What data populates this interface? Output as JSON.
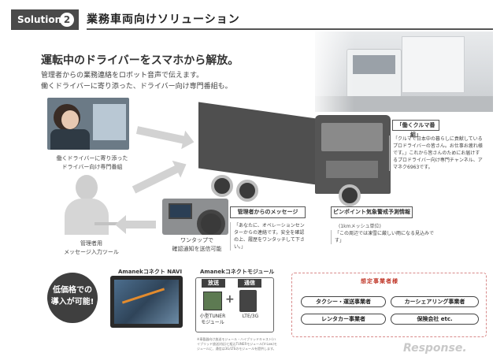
{
  "header": {
    "badge_label": "Solution",
    "badge_number": "2",
    "title": "業務車両向けソリューション"
  },
  "lead": {
    "headline": "運転中のドライバーをスマホから解放。",
    "line1": "管理者からの業務連絡をロボット音声で伝えます。",
    "line2": "働くドライバーに寄り添った、ドライバー向け専門番組も。"
  },
  "captions": {
    "driver_line1": "働くドライバーに寄り添った",
    "driver_line2": "ドライバー向け専門番組",
    "operator_line1": "管理者用",
    "operator_line2": "メッセージ入力ツール",
    "dash_line1": "ワンタップで",
    "dash_line2": "確認通知を送信可能"
  },
  "callouts": {
    "radio_label": "「働くクルマ番組」",
    "radio_text": "「クルマで日本中の暮らしに貢献しているプロドライバーの皆さん。お仕事お疲れ様です。」これから皆さんのためにお届けするプロドライバー向け専門チャンネル、アマネク6963です。",
    "message_label": "管理者からのメッセージ",
    "message_text": "「あなたに、オペレーションセンターからの連絡です。安全を確認の上、履歴をワンタッチして下さい。」",
    "weather_label": "ピンポイント気象警戒予測情報",
    "weather_unit": "(1kmメッシュ単位)",
    "weather_text": "「この周辺では凍雪に厳しい雨になる見込みです」"
  },
  "bottom": {
    "price_line1": "低価格での",
    "price_line2": "導入が可能!",
    "navi_title": "Amanekコネクト NAVI",
    "module_title": "Amanekコネクトモジュール",
    "tag_broadcast": "放送",
    "tag_comm": "通信",
    "tuner_line1": "小型TUNER",
    "tuner_line2": "モジュール",
    "lte_label": "LTE/3G",
    "module_note": "※車載器向け放送モジュール・ハイブリッドキャスト(ハイブリッド放送対応)と組込TUNERモジュール(V-Low)モジュールに、通信は3G/LTEのモジュールを提供します。",
    "biz_title": "想定事業者様",
    "biz_items": [
      "タクシー・運送事業者",
      "カーシェアリング事業者",
      "レンタカー事業者",
      "保険会社 etc."
    ]
  },
  "logo": "Response."
}
